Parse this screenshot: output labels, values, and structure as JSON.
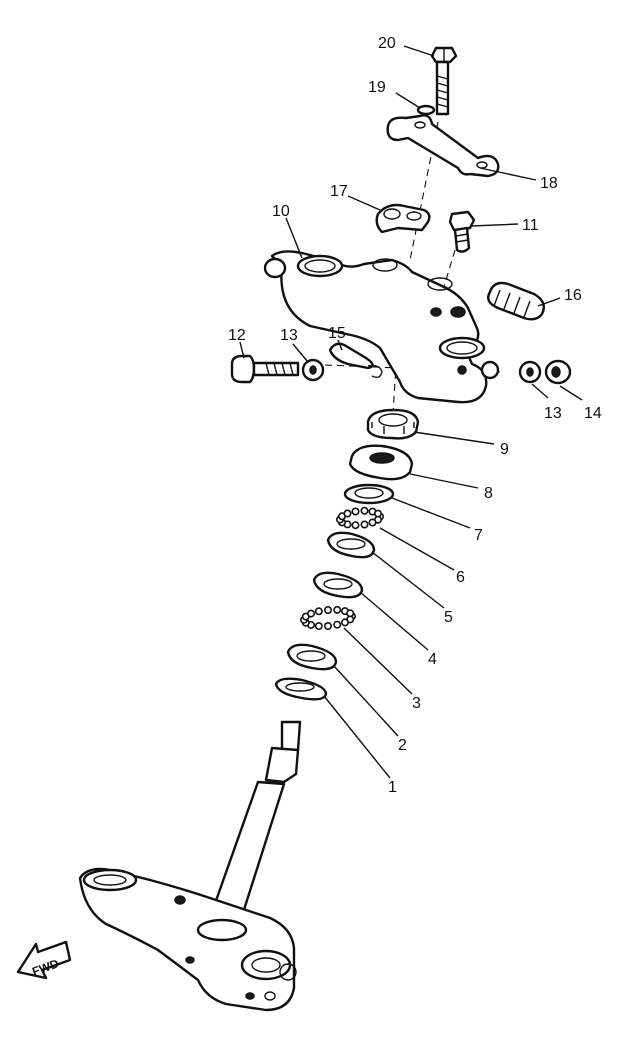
{
  "callouts": [
    {
      "id": "1",
      "text": "1"
    },
    {
      "id": "2",
      "text": "2"
    },
    {
      "id": "3",
      "text": "3"
    },
    {
      "id": "4",
      "text": "4"
    },
    {
      "id": "5",
      "text": "5"
    },
    {
      "id": "6",
      "text": "6"
    },
    {
      "id": "7",
      "text": "7"
    },
    {
      "id": "8",
      "text": "8"
    },
    {
      "id": "9",
      "text": "9"
    },
    {
      "id": "10",
      "text": "10"
    },
    {
      "id": "11",
      "text": "11"
    },
    {
      "id": "12",
      "text": "12"
    },
    {
      "id": "13a",
      "text": "13"
    },
    {
      "id": "13b",
      "text": "13"
    },
    {
      "id": "14",
      "text": "14"
    },
    {
      "id": "15",
      "text": "15"
    },
    {
      "id": "16",
      "text": "16"
    },
    {
      "id": "17",
      "text": "17"
    },
    {
      "id": "18",
      "text": "18"
    },
    {
      "id": "19",
      "text": "19"
    },
    {
      "id": "20",
      "text": "20"
    }
  ],
  "fwd_label": "FWD"
}
